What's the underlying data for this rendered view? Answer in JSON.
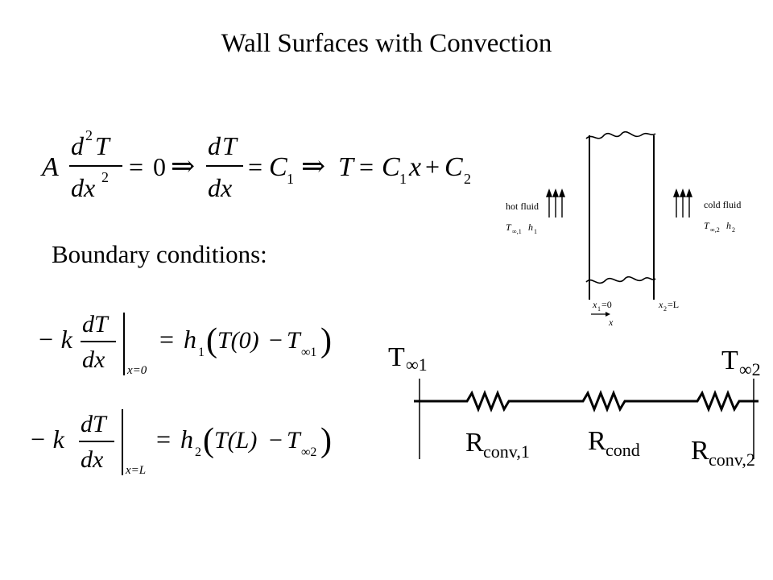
{
  "slide": {
    "title": "Wall Surfaces with Convection",
    "boundary_label": "Boundary conditions:"
  },
  "equation_main": {
    "A": "A",
    "d": "d",
    "two": "2",
    "T": "T",
    "dx": "dx",
    "eq": "=",
    "zero": "0",
    "implies": "⇒",
    "C": "C",
    "one": "1",
    "x": "x",
    "plus": "+"
  },
  "bc1": {
    "minus_k": "− k",
    "dT": "dT",
    "dx": "dx",
    "at": "x=0",
    "h": "h",
    "h_sub": "1",
    "T0": "T(0)",
    "Tinf_sub": "∞1"
  },
  "bc2": {
    "minus_k": "− k",
    "dT": "dT",
    "dx": "dx",
    "at": "x=L",
    "h": "h",
    "h_sub": "2",
    "TL": "T(L)",
    "Tinf_sub": "∞2"
  },
  "wall_figure": {
    "hot_fluid": "hot fluid",
    "hot_T": "T",
    "hot_T_sub": "∞,1",
    "hot_h": "h",
    "hot_h_sub": "1",
    "cold_fluid": "cold fluid",
    "cold_T": "T",
    "cold_T_sub": "∞,2",
    "cold_h": "h",
    "cold_h_sub": "2",
    "x1_label": "x",
    "x1_sub": "1",
    "x1_val": "=0",
    "x2_label": "x",
    "x2_sub": "2",
    "x2_val": "=L",
    "x_axis": "x"
  },
  "circuit": {
    "T1": "T",
    "T1_sub": "∞1",
    "T2": "T",
    "T2_sub": "∞2",
    "R1": "R",
    "R1_sub": "conv,1",
    "R2": "R",
    "R2_sub": "cond",
    "R3": "R",
    "R3_sub": "conv,2"
  }
}
